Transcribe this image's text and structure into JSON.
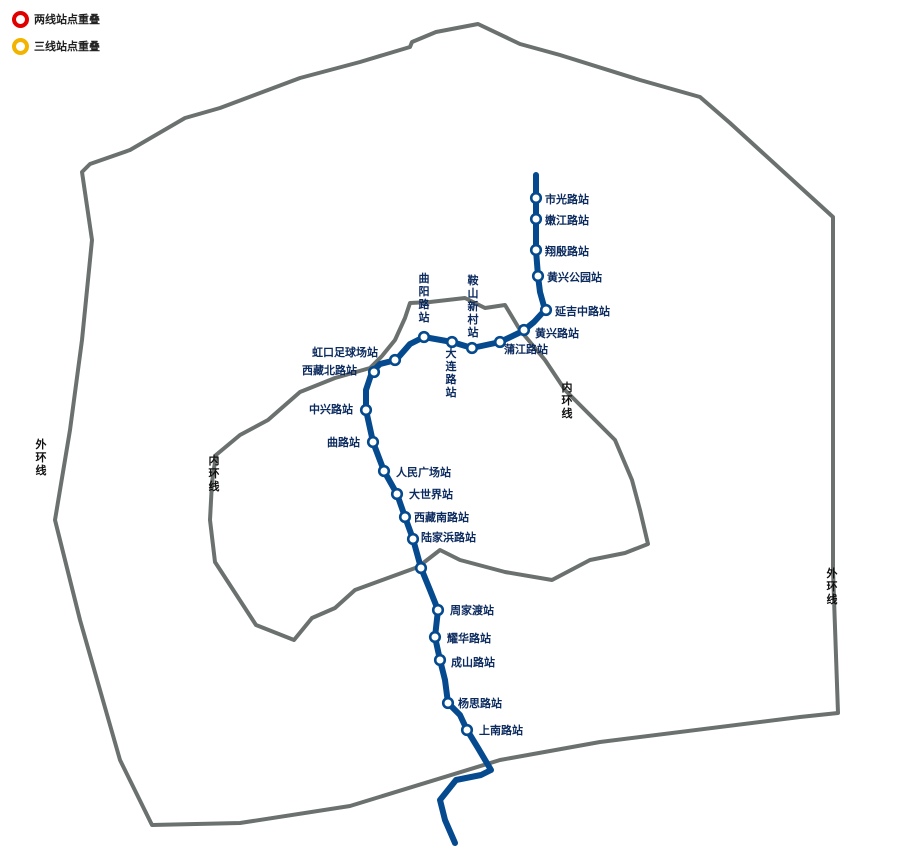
{
  "legend": {
    "items": [
      {
        "label": "两线站点重叠",
        "color": "#e00000"
      },
      {
        "label": "三线站点重叠",
        "color": "#f2b400"
      }
    ]
  },
  "colors": {
    "ring": "#6b716f",
    "line": "#054a8e",
    "station_fill": "#ffffff",
    "label": "#0b2a5e"
  },
  "ring_labels": {
    "outer": "外环线",
    "inner": "内环线"
  },
  "stations": [
    {
      "id": "shiguanglu",
      "name": "市光路站"
    },
    {
      "id": "nenjianglu",
      "name": "嫩江路站"
    },
    {
      "id": "xiangyinlu",
      "name": "翔殷路站"
    },
    {
      "id": "huangxinggongyuan",
      "name": "黄兴公园站"
    },
    {
      "id": "yanjizhonglu",
      "name": "延吉中路站"
    },
    {
      "id": "huangxinglu",
      "name": "黄兴路站"
    },
    {
      "id": "pujianglu",
      "name": "蒲江路站"
    },
    {
      "id": "anshanxincun",
      "name": "鞍山新村站"
    },
    {
      "id": "dalianlu",
      "name": "大连路站"
    },
    {
      "id": "quyanglu",
      "name": "曲阳路站"
    },
    {
      "id": "hongkouzuqiuchang",
      "name": "虹口足球场站"
    },
    {
      "id": "xizangbeilu",
      "name": "西藏北路站"
    },
    {
      "id": "zhongxinglu",
      "name": "中兴路站"
    },
    {
      "id": "qufulu",
      "name": "曲路站"
    },
    {
      "id": "renminguangchang",
      "name": "人民广场站"
    },
    {
      "id": "dashijie",
      "name": "大世界站"
    },
    {
      "id": "xizangnanlu",
      "name": "西藏南路站"
    },
    {
      "id": "lujiabanglu",
      "name": "陆家浜路站"
    },
    {
      "id": "unnamed",
      "name": ""
    },
    {
      "id": "zhoujiadu",
      "name": "周家渡站"
    },
    {
      "id": "yaohualu",
      "name": "耀华路站"
    },
    {
      "id": "chengshanlu",
      "name": "成山路站"
    },
    {
      "id": "yangsilu",
      "name": "杨思路站"
    },
    {
      "id": "shangnanlu",
      "name": "上南路站"
    }
  ]
}
